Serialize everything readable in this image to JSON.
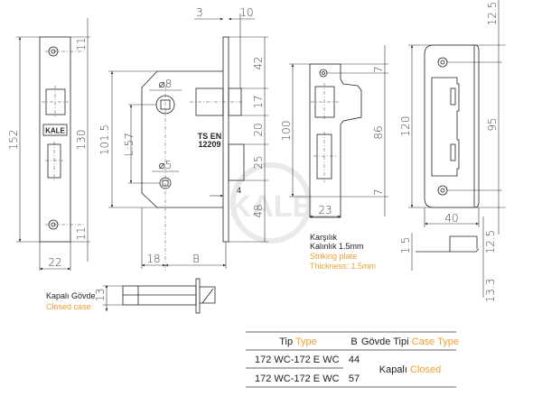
{
  "faceplate": {
    "dims": [
      "152",
      "130",
      "11",
      "11",
      "22"
    ],
    "logo": "KALE"
  },
  "lock_body": {
    "dims": [
      "3",
      "10",
      "42",
      "17",
      "20",
      "25",
      "48",
      "4",
      "101.5",
      "L:57",
      "⌀8",
      "⌀5",
      "18",
      "B"
    ],
    "marking": [
      "TS EN",
      "12209"
    ]
  },
  "striking_plate": {
    "dims": [
      "100",
      "7",
      "86",
      "7",
      "23"
    ],
    "label_tr": [
      "Karşılık",
      "Kalınlık 1.5mm"
    ],
    "label_en": [
      "Striking plate",
      "Thickness: 1.5mm"
    ]
  },
  "large_strike": {
    "dims": [
      "12.5",
      "120",
      "95",
      "40",
      "1.5",
      "12.5",
      "13.3"
    ]
  },
  "closed_case": {
    "dim": "13",
    "label_tr": "Kapalı Gövde",
    "label_en": "Closed case"
  },
  "table": {
    "headers": [
      {
        "tr": "Tip",
        "en": "Type"
      },
      {
        "tr": "B",
        "en": ""
      },
      {
        "tr": "Gövde Tipi",
        "en": "Case Type"
      }
    ],
    "rows": [
      {
        "type": "172 WC-172 E WC",
        "b": "44"
      },
      {
        "type": "172 WC-172 E WC",
        "b": "57"
      }
    ],
    "case": {
      "tr": "Kapalı",
      "en": "Closed"
    }
  },
  "colors": {
    "accent": "#f0a030",
    "line": "#222222"
  }
}
